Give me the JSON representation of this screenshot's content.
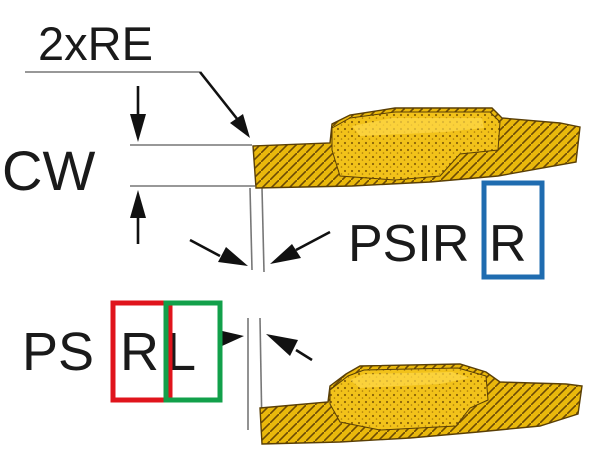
{
  "labels": {
    "corner_radius": "2xRE",
    "cutting_width": "CW",
    "psir_prefix": "PSIR",
    "psir_suffix": "R",
    "ps_prefix": "PS",
    "ps_r": "R",
    "ps_l": "L"
  },
  "colors": {
    "insert_fill": "#e9b80c",
    "insert_dark": "#5a3f05",
    "highlight_blue": "#1f6cb0",
    "highlight_red": "#e0141c",
    "highlight_green": "#12a04a",
    "dimension_line": "#777777",
    "arrow": "#111111"
  },
  "icons": {
    "top_insert": "grooving-insert-right-hand",
    "bottom_insert": "grooving-insert-left-hand"
  }
}
